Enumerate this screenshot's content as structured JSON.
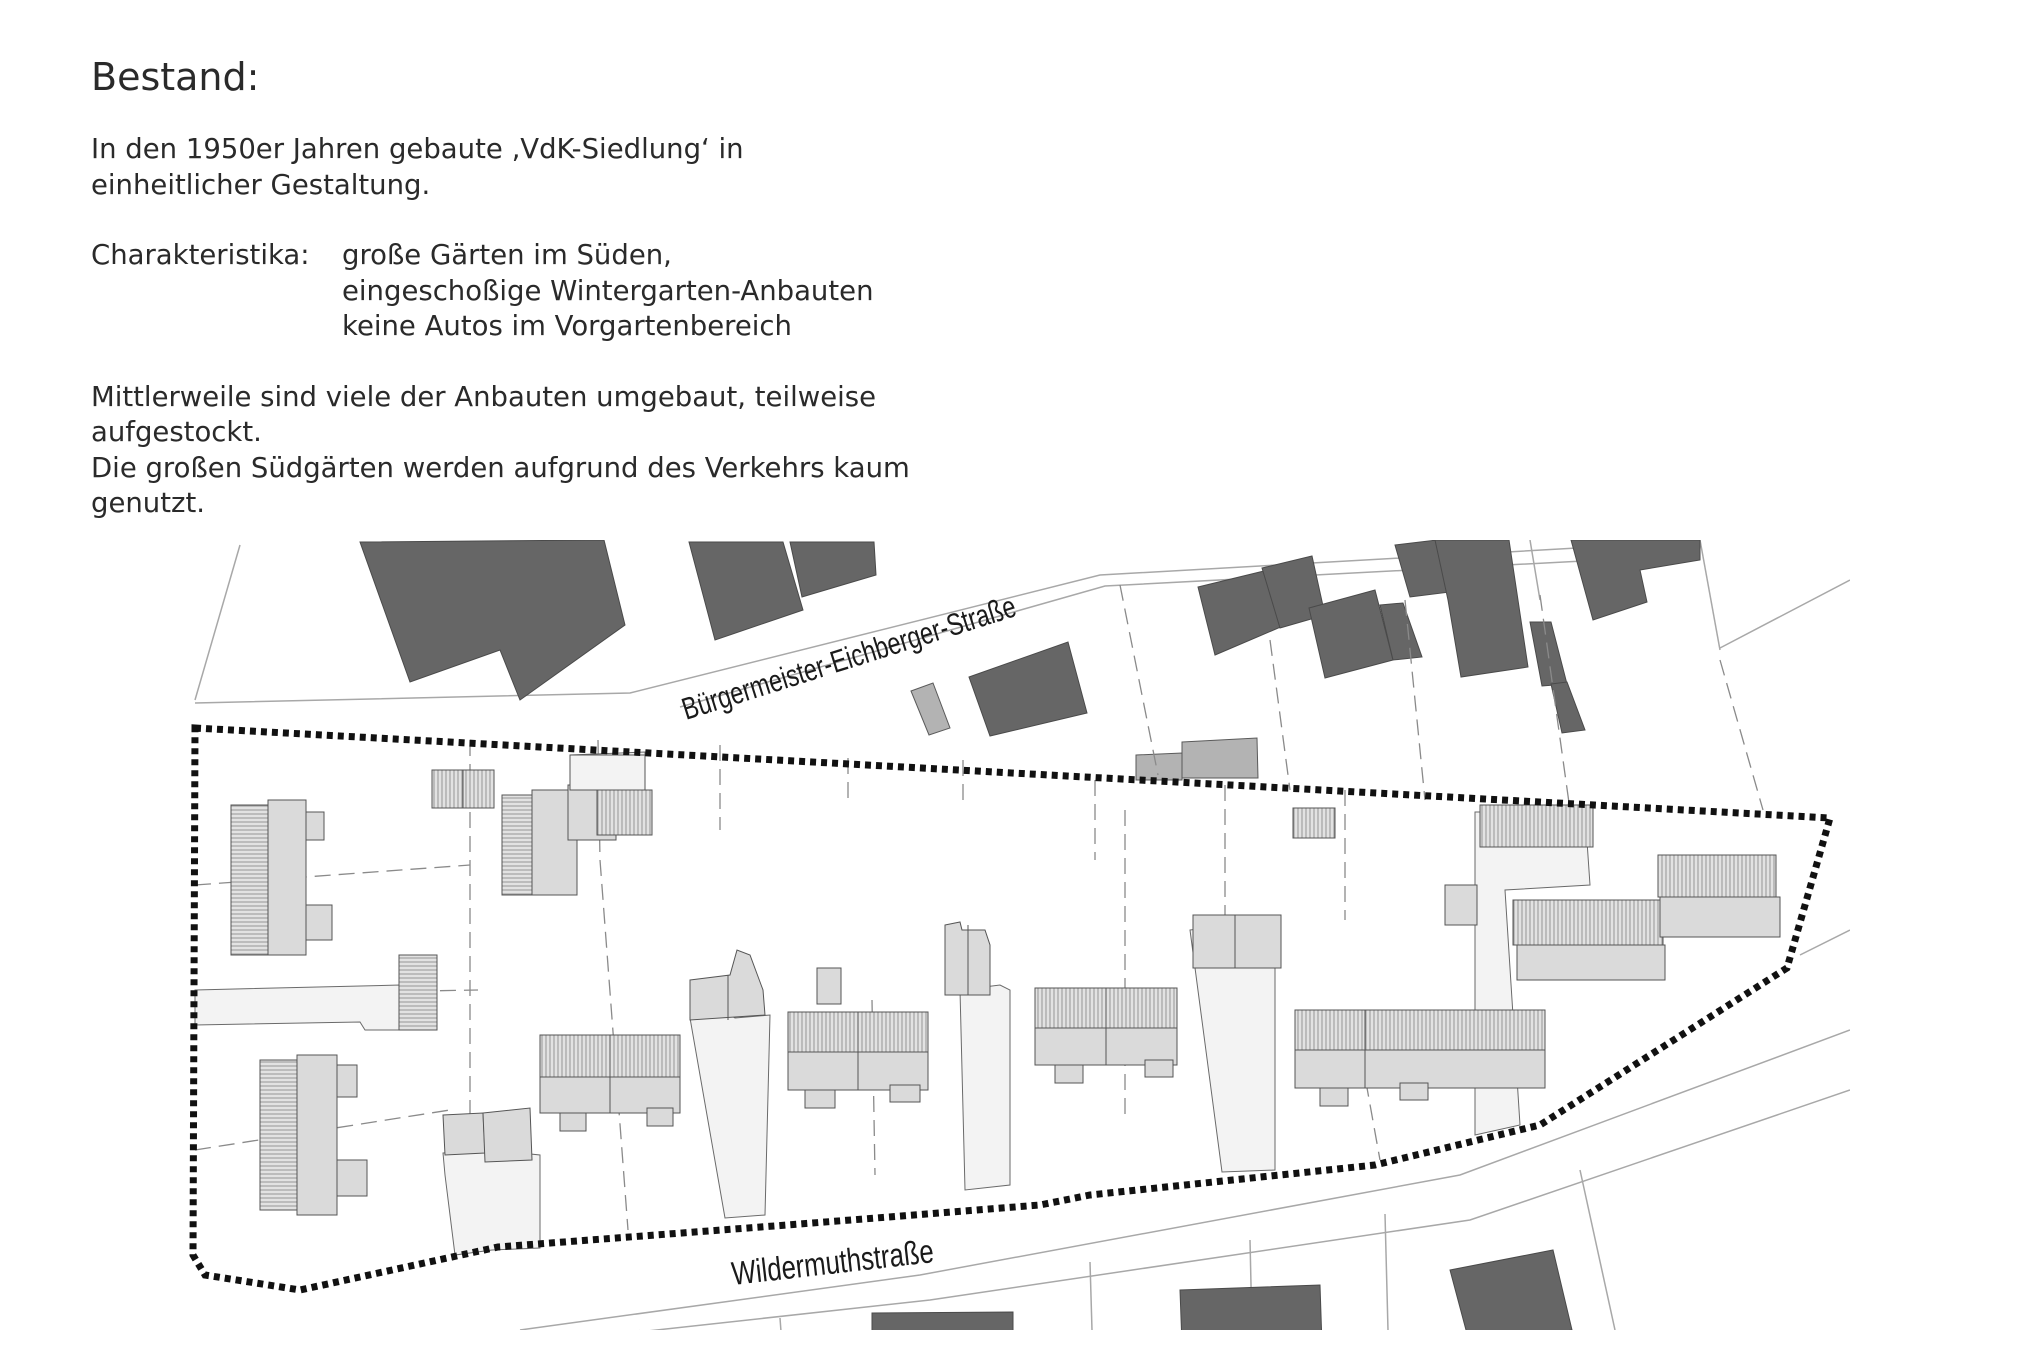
{
  "heading": "Bestand:",
  "intro": [
    "In den 1950er Jahren gebaute ‚VdK-Siedlung‘ in",
    "einheitlicher Gestaltung."
  ],
  "characteristics": {
    "label": "Charakteristika:",
    "items": [
      "große Gärten im Süden,",
      "eingeschoßige Wintergarten-Anbauten",
      "keine Autos im Vorgartenbereich"
    ]
  },
  "notes": [
    "Mittlerweile sind viele der Anbauten umgebaut, teilweise",
    "aufgestockt.",
    "Die großen Südgärten werden aufgrund des Verkehrs kaum",
    "genutzt."
  ],
  "map": {
    "streets": {
      "north": "Bürgermeister-Eichberger-Straße",
      "south": "Wildermuthstraße"
    },
    "colors": {
      "existing_building": "#666666",
      "annex": "#b3b3b3",
      "house": "#dadada",
      "driveway": "#f3f3f3",
      "boundary": "#111111",
      "lines": "#a8a8a8"
    }
  }
}
